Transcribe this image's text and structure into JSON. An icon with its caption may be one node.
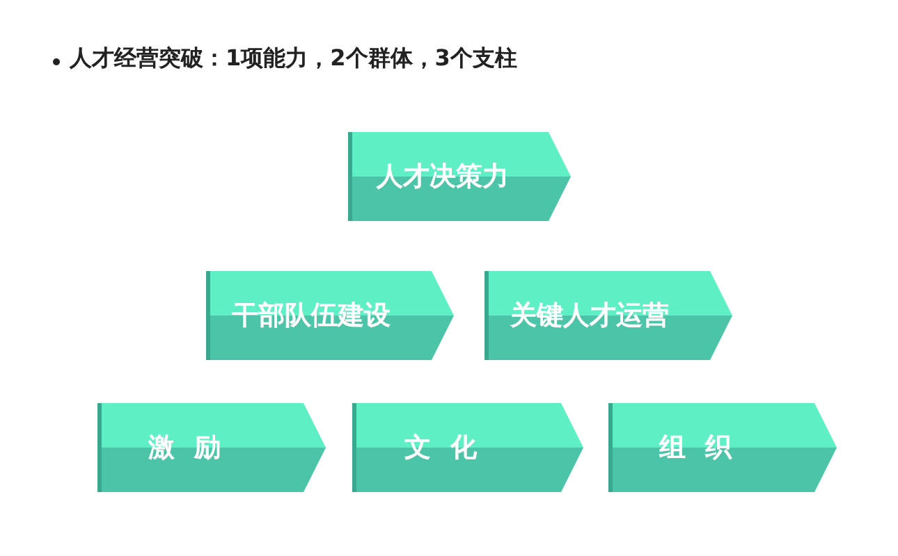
{
  "diagram": {
    "title": "人才经营突破：1项能力，2个群体，3个支柱",
    "nodes": [
      {
        "text": [
          "人才决策力"
        ]
      },
      {
        "text": [
          "干部队伍建设"
        ]
      },
      {
        "text": [
          "关键人才运营"
        ]
      },
      {
        "text": [
          "激励"
        ]
      },
      {
        "text": [
          "文化"
        ]
      },
      {
        "text": [
          "组织"
        ]
      }
    ]
  }
}
